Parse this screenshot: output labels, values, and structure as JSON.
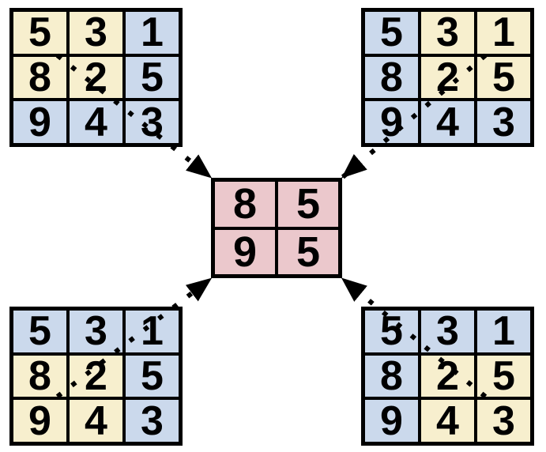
{
  "colors": {
    "window_fill": "#F7EFCE",
    "cell_fill": "#CBD9EC",
    "output_fill": "#EBC8CC",
    "line": "#000000"
  },
  "input_grids": {
    "top_left": {
      "values": [
        [
          "5",
          "3",
          "1"
        ],
        [
          "8",
          "2",
          "5"
        ],
        [
          "9",
          "4",
          "3"
        ]
      ],
      "highlight": [
        [
          1,
          1,
          0
        ],
        [
          1,
          1,
          0
        ],
        [
          0,
          0,
          0
        ]
      ]
    },
    "top_right": {
      "values": [
        [
          "5",
          "3",
          "1"
        ],
        [
          "8",
          "2",
          "5"
        ],
        [
          "9",
          "4",
          "3"
        ]
      ],
      "highlight": [
        [
          0,
          1,
          1
        ],
        [
          0,
          1,
          1
        ],
        [
          0,
          0,
          0
        ]
      ]
    },
    "bottom_left": {
      "values": [
        [
          "5",
          "3",
          "1"
        ],
        [
          "8",
          "2",
          "5"
        ],
        [
          "9",
          "4",
          "3"
        ]
      ],
      "highlight": [
        [
          0,
          0,
          0
        ],
        [
          1,
          1,
          0
        ],
        [
          1,
          1,
          0
        ]
      ]
    },
    "bottom_right": {
      "values": [
        [
          "5",
          "3",
          "1"
        ],
        [
          "8",
          "2",
          "5"
        ],
        [
          "9",
          "4",
          "3"
        ]
      ],
      "highlight": [
        [
          0,
          0,
          0
        ],
        [
          0,
          1,
          1
        ],
        [
          0,
          1,
          1
        ]
      ]
    }
  },
  "output_grid": {
    "values": [
      [
        "8",
        "5"
      ],
      [
        "9",
        "5"
      ]
    ]
  }
}
